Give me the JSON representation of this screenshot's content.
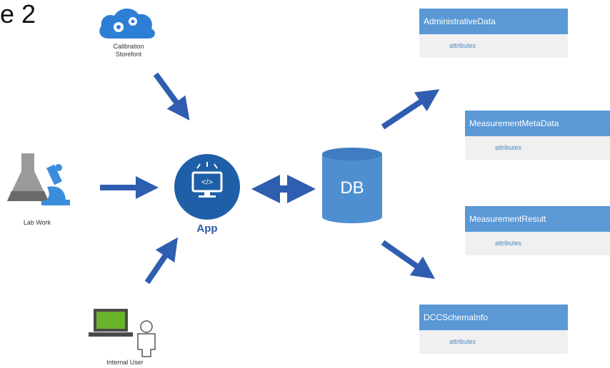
{
  "title": "e 2",
  "nodes": {
    "calibration": {
      "label_line1": "Calibration",
      "label_line2": "Storefont"
    },
    "lab_work": {
      "label": "Lab Work"
    },
    "app": {
      "label": "App"
    },
    "internal_user": {
      "label": "Internal User"
    },
    "db": {
      "label": "DB"
    }
  },
  "entities": [
    {
      "name": "AdministrativeData",
      "body": "attributes"
    },
    {
      "name": "MeasurementMetaData",
      "body": "attributes"
    },
    {
      "name": "MeasurementResult",
      "body": "attributes"
    },
    {
      "name": "DCCSchemaInfo",
      "body": "attributes"
    }
  ],
  "colors": {
    "arrow": "#2f5db0",
    "app_circle": "#1f5fa8",
    "db": "#4f8fd0",
    "entity_head": "#5a98d6",
    "entity_body": "#f0f0f0"
  }
}
